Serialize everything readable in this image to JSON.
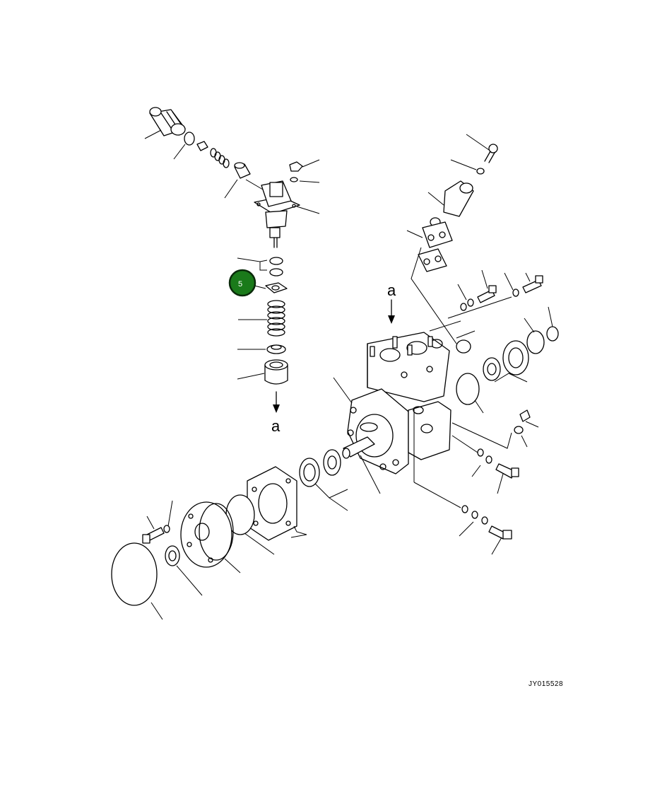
{
  "callouts": [
    {
      "number": "5",
      "color": "#1a7a1a"
    }
  ],
  "reference_arrows": [
    {
      "letter": "a"
    },
    {
      "letter": "a"
    }
  ],
  "drawing_code": "JY015528"
}
